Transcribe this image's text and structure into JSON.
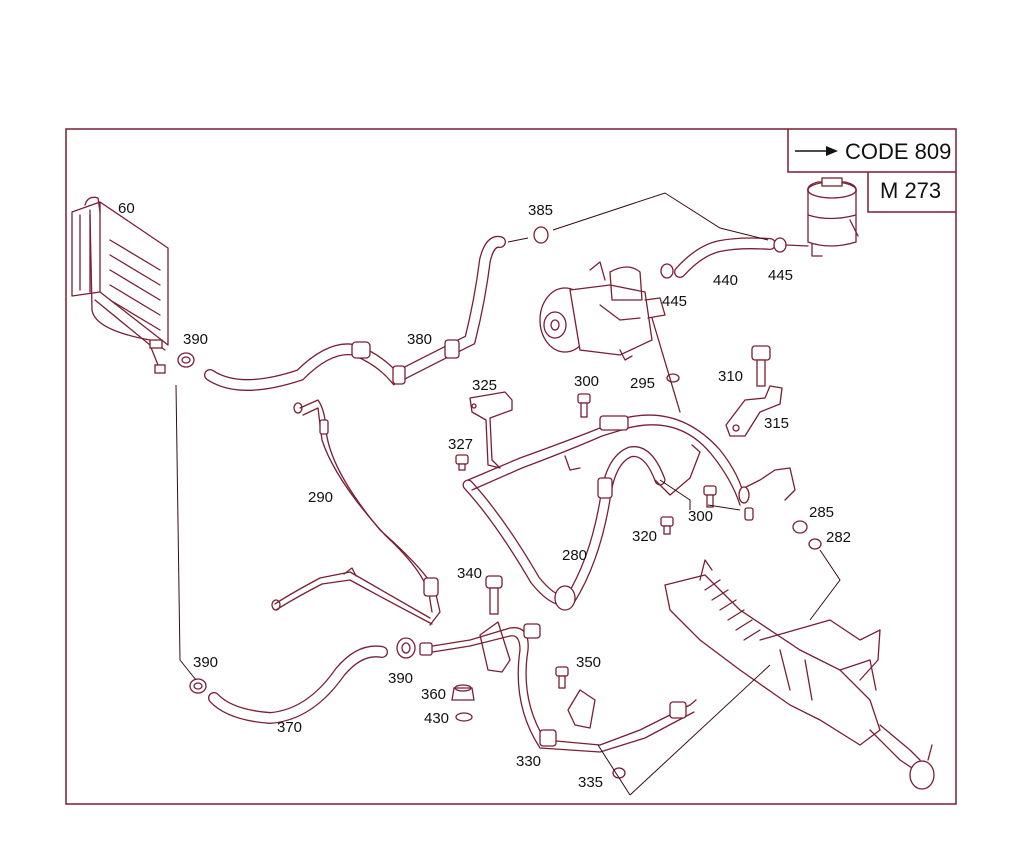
{
  "header": {
    "code_label": "CODE 809",
    "model_label": "M 273"
  },
  "parts": {
    "p60": "60",
    "p282": "282",
    "p285": "285",
    "p280": "280",
    "p290": "290",
    "p295": "295",
    "p300a": "300",
    "p300b": "300",
    "p310": "310",
    "p315": "315",
    "p320": "320",
    "p325": "325",
    "p327": "327",
    "p330": "330",
    "p335": "335",
    "p340": "340",
    "p350": "350",
    "p360": "360",
    "p370": "370",
    "p380": "380",
    "p385": "385",
    "p390a": "390",
    "p390b": "390",
    "p390c": "390",
    "p430": "430",
    "p440": "440",
    "p445a": "445",
    "p445b": "445"
  },
  "colors": {
    "frame": "#7a1f33",
    "linework": "#7a1f33",
    "text": "#111111"
  }
}
